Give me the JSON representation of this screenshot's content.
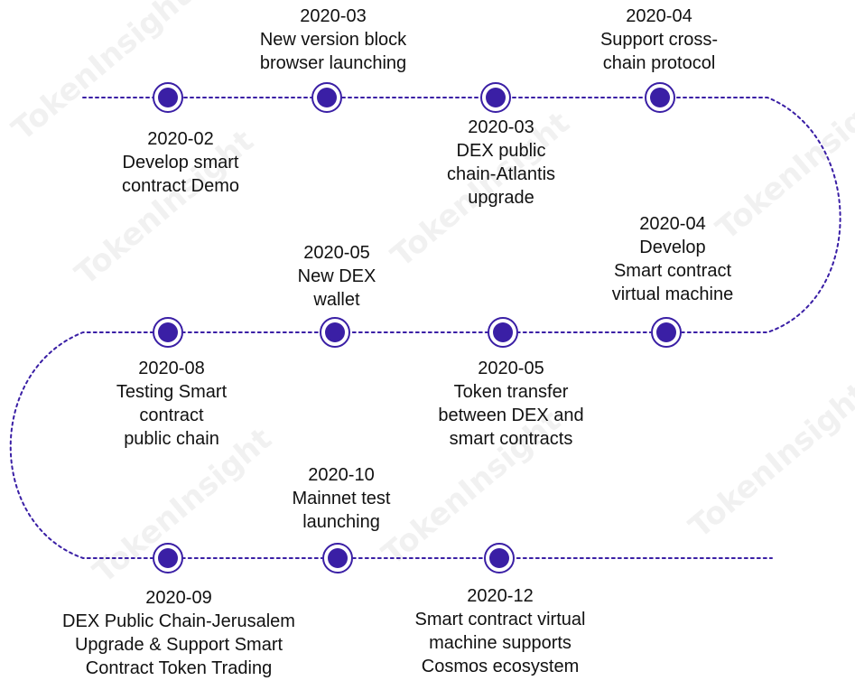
{
  "watermark": "TokenInsight",
  "accent_color": "#3a1fa5",
  "milestones": [
    {
      "date": "2020-02",
      "lines": [
        "Develop smart",
        "contract Demo"
      ]
    },
    {
      "date": "2020-03",
      "lines": [
        "New version block",
        "browser launching"
      ]
    },
    {
      "date": "2020-03",
      "lines": [
        "DEX public",
        "chain-Atlantis",
        "upgrade"
      ]
    },
    {
      "date": "2020-04",
      "lines": [
        "Support cross-",
        "chain protocol"
      ]
    },
    {
      "date": "2020-04",
      "lines": [
        "Develop",
        "Smart contract",
        "virtual machine"
      ]
    },
    {
      "date": "2020-05",
      "lines": [
        "Token transfer",
        "between DEX and",
        "smart contracts"
      ]
    },
    {
      "date": "2020-05",
      "lines": [
        "New DEX",
        "wallet"
      ]
    },
    {
      "date": "2020-08",
      "lines": [
        "Testing Smart",
        "contract",
        "public chain"
      ]
    },
    {
      "date": "2020-09",
      "lines": [
        "DEX Public Chain-Jerusalem",
        "Upgrade & Support Smart",
        "Contract Token Trading"
      ]
    },
    {
      "date": "2020-10",
      "lines": [
        "Mainnet test",
        "launching"
      ]
    },
    {
      "date": "2020-12",
      "lines": [
        "Smart contract virtual",
        "machine supports",
        "Cosmos ecosystem"
      ]
    }
  ]
}
